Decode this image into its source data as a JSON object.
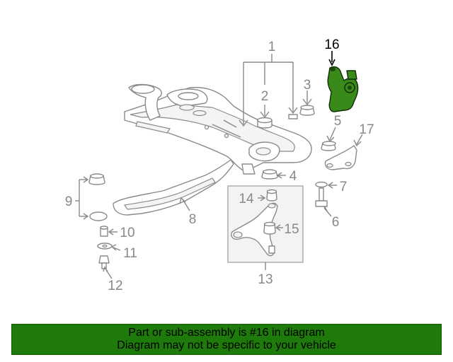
{
  "highlight_color": "#3a8a1a",
  "banner_color": "#1e7a0a",
  "callouts": {
    "c1": "1",
    "c2": "2",
    "c3": "3",
    "c4": "4",
    "c5": "5",
    "c6": "6",
    "c7": "7",
    "c8": "8",
    "c9": "9",
    "c10": "10",
    "c11": "11",
    "c12": "12",
    "c13": "13",
    "c14": "14",
    "c15": "15",
    "c16": "16",
    "c17": "17"
  },
  "banner": {
    "line1": "Part or sub-assembly is #16 in diagram",
    "line2": "Diagram may not be specific to your vehicle"
  }
}
